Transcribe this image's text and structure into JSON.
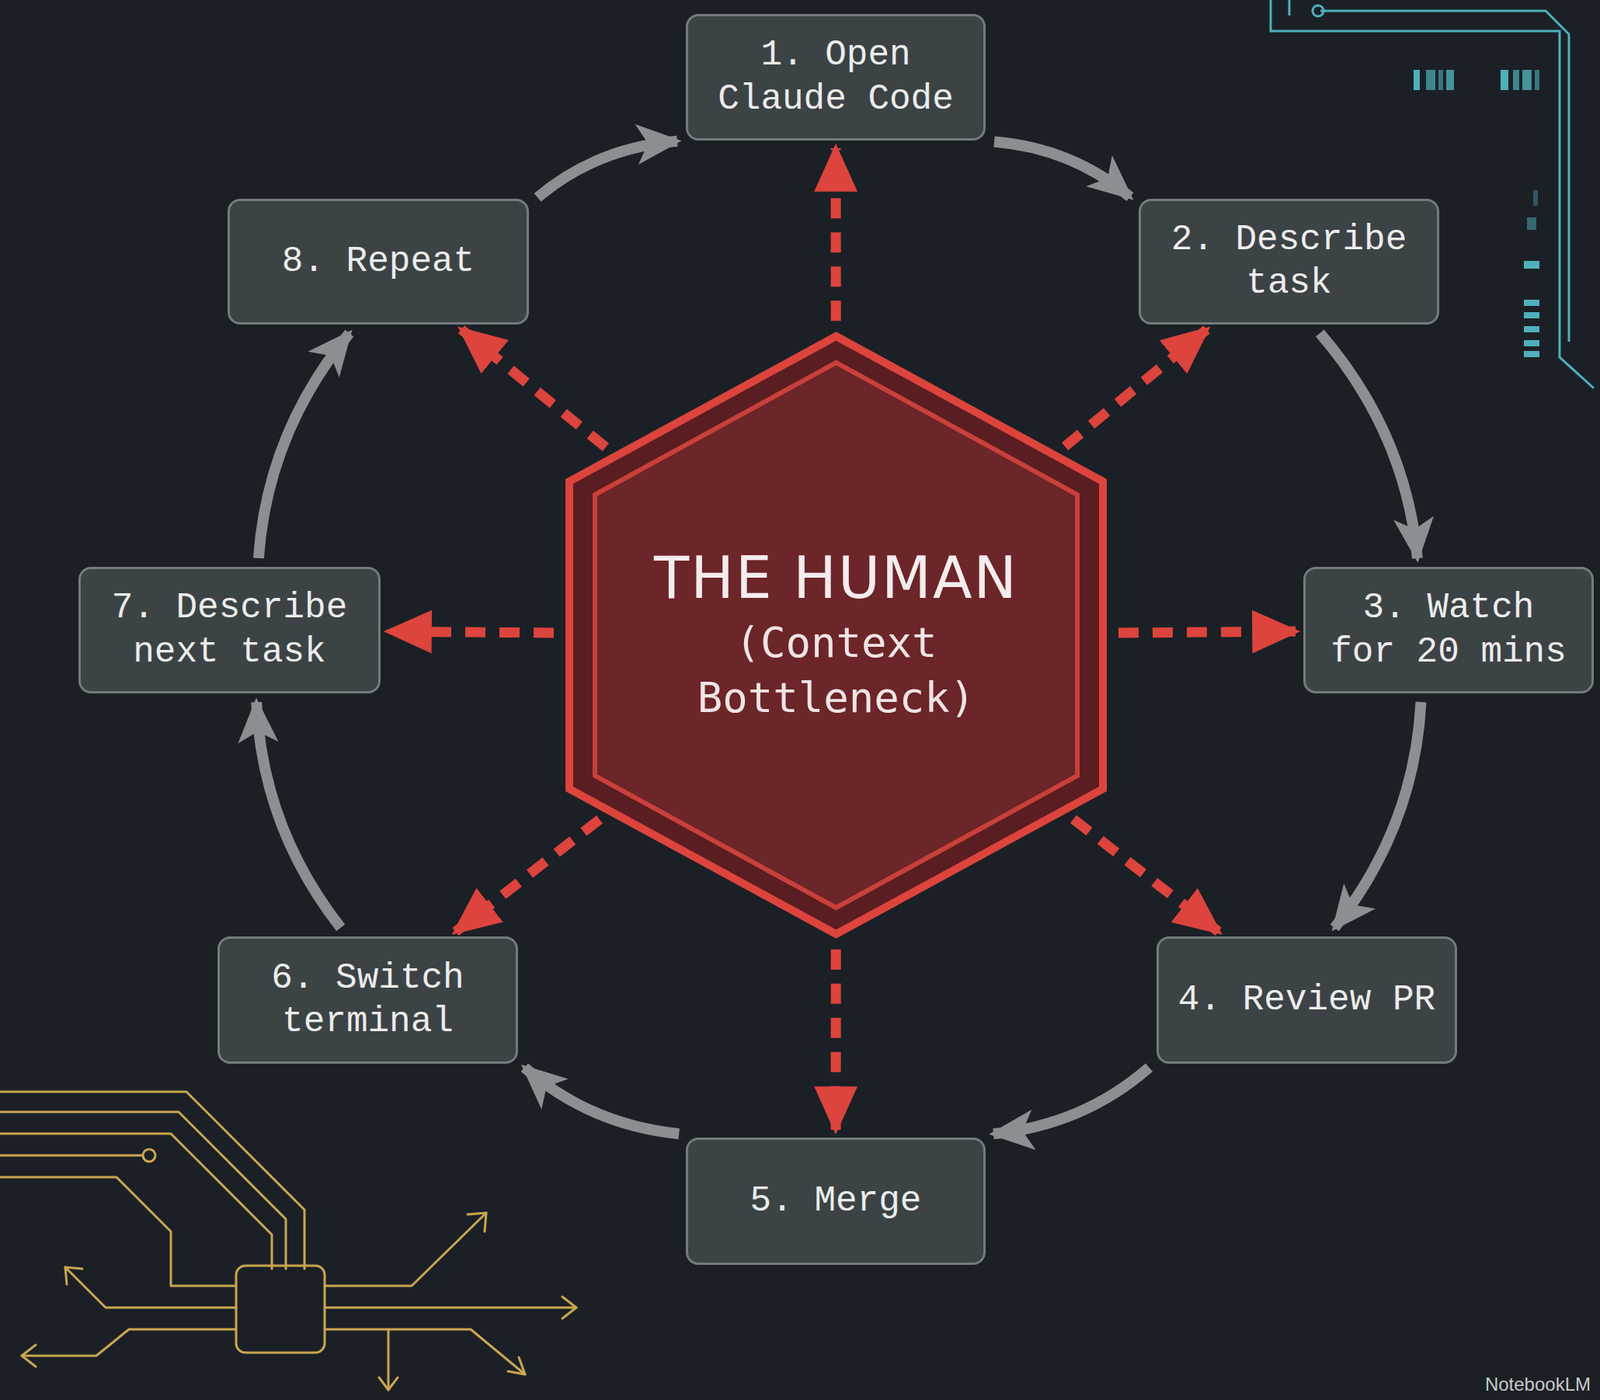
{
  "diagram": {
    "nodes": [
      {
        "text": [
          "1. Open Claude Code"
        ]
      },
      {
        "text": [
          "2. Describe task"
        ]
      },
      {
        "text": [
          "3. Watch for 20 mins"
        ]
      },
      {
        "text": [
          "4. Review PR"
        ]
      },
      {
        "text": [
          "5. Merge"
        ]
      },
      {
        "text": [
          "6. Switch terminal"
        ]
      },
      {
        "text": [
          "7. Describe next task"
        ]
      },
      {
        "text": [
          "8. Repeat"
        ]
      },
      {
        "text": [
          "THE HUMAN",
          "(Context Bottleneck)"
        ]
      }
    ],
    "edges": [
      {
        "from": 0,
        "to": 1,
        "arrow": "to"
      },
      {
        "from": 1,
        "to": 2,
        "arrow": "to"
      },
      {
        "from": 2,
        "to": 3,
        "arrow": "to"
      },
      {
        "from": 3,
        "to": 4,
        "arrow": "to"
      },
      {
        "from": 4,
        "to": 5,
        "arrow": "to"
      },
      {
        "from": 5,
        "to": 6,
        "arrow": "to"
      },
      {
        "from": 6,
        "to": 7,
        "arrow": "to"
      },
      {
        "from": 7,
        "to": 0,
        "arrow": "to"
      },
      {
        "from": 8,
        "to": 0,
        "arrow": "to"
      },
      {
        "from": 8,
        "to": 1,
        "arrow": "to"
      },
      {
        "from": 8,
        "to": 2,
        "arrow": "to"
      },
      {
        "from": 8,
        "to": 3,
        "arrow": "to"
      },
      {
        "from": 8,
        "to": 4,
        "arrow": "to"
      },
      {
        "from": 8,
        "to": 5,
        "arrow": "to"
      },
      {
        "from": 8,
        "to": 6,
        "arrow": "to"
      },
      {
        "from": 8,
        "to": 7,
        "arrow": "to"
      }
    ],
    "labels": [
      "NotebookLM"
    ]
  }
}
